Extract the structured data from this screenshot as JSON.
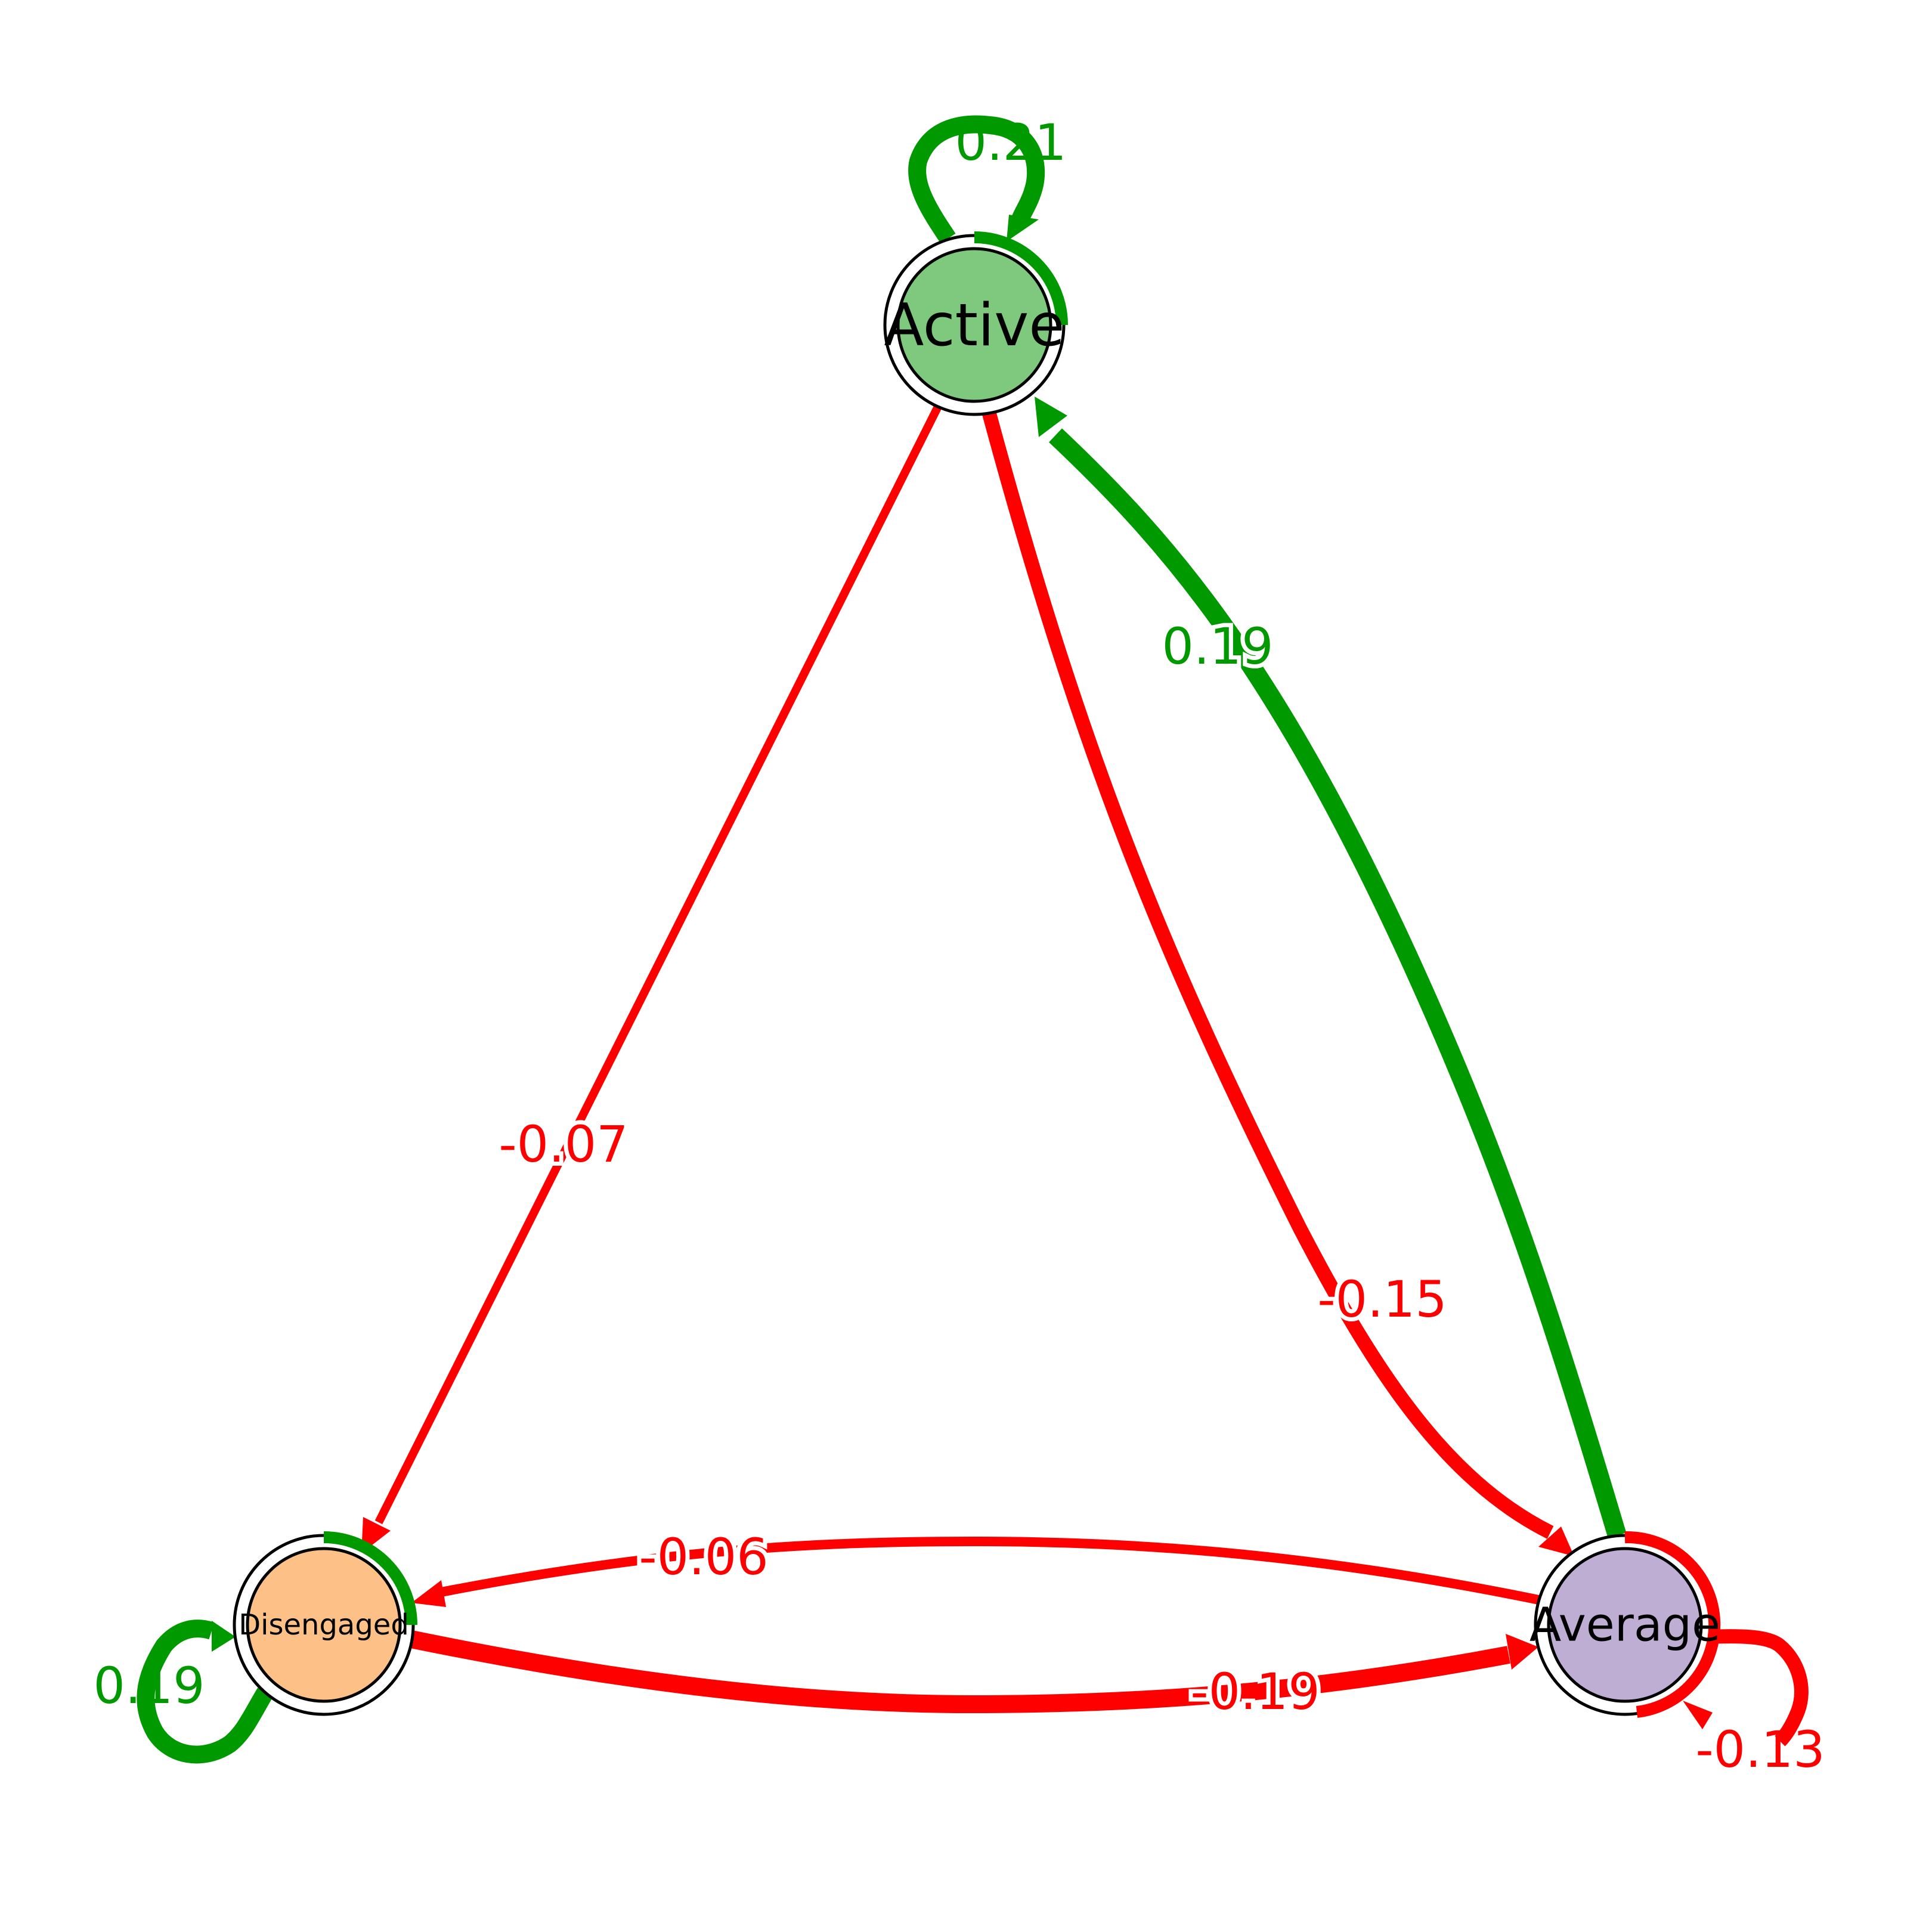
{
  "colors": {
    "positive": "#009900",
    "negative": "#ff0000",
    "outline": "#000000"
  },
  "nodes": [
    {
      "id": "active",
      "label": "Active",
      "fill": "#7fc97f",
      "ring_value": 0.21,
      "ring_color": "#009900"
    },
    {
      "id": "disengaged",
      "label": "Disengaged",
      "fill": "#fdc086",
      "ring_value": 0.19,
      "ring_color": "#009900"
    },
    {
      "id": "average",
      "label": "Average",
      "fill": "#beaed4",
      "ring_value": -0.13,
      "ring_color": "#ff0000"
    }
  ],
  "edges": [
    {
      "from": "Active",
      "to": "Active",
      "weight": 0.21,
      "label": "0.21"
    },
    {
      "from": "Active",
      "to": "Disengaged",
      "weight": -0.07,
      "label": "-0.07"
    },
    {
      "from": "Active",
      "to": "Average",
      "weight": -0.15,
      "label": "-0.15"
    },
    {
      "from": "Average",
      "to": "Active",
      "weight": 0.19,
      "label": "0.19"
    },
    {
      "from": "Average",
      "to": "Disengaged",
      "weight": -0.06,
      "label": "-0.06"
    },
    {
      "from": "Disengaged",
      "to": "Average",
      "weight": -0.19,
      "label": "-0.19"
    },
    {
      "from": "Disengaged",
      "to": "Disengaged",
      "weight": 0.19,
      "label": "0.19"
    },
    {
      "from": "Average",
      "to": "Average",
      "weight": -0.13,
      "label": "-0.13"
    }
  ]
}
